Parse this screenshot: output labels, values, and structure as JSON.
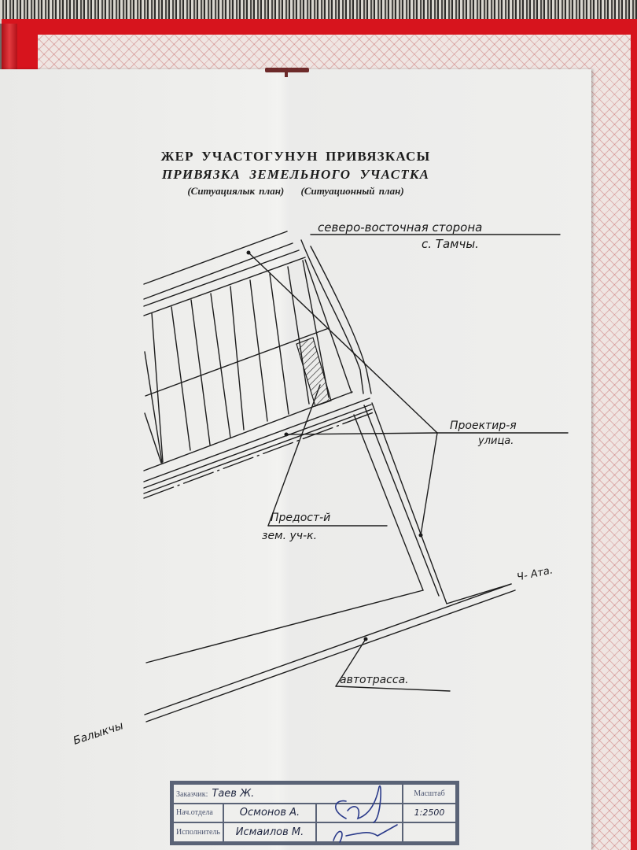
{
  "document": {
    "title_ky": "ЖЕР УЧАСТОГУНУН ПРИВЯЗКАСЫ",
    "title_ru": "ПРИВЯЗКА ЗЕМЕЛЬНОГО УЧАСТКА",
    "subtitle_ky": "(Ситуациялык план)",
    "subtitle_ru": "(Ситуационный план)"
  },
  "plan_labels": {
    "location_line1": "северо-восточная сторона",
    "location_line2": "с. Тамчы.",
    "projected_street_line1": "Проектир-я",
    "projected_street_line2": "улица.",
    "plot_line1": "Предост-й",
    "plot_line2": "зем. уч-к.",
    "destination_east": "Ч- Ата.",
    "highway": "автотрасса.",
    "destination_west": "Балыкчы"
  },
  "stamp": {
    "customer_label": "Заказчик:",
    "customer_value": "Таев Ж.",
    "dept_head_label": "Нач.отдела",
    "dept_head_value": "Осмонов А.",
    "executor_label": "Исполнитель",
    "executor_value": "Исмаилов М.",
    "scale_label": "Масштаб",
    "scale_value": "1:2500"
  },
  "colors": {
    "folder_red": "#d7141d",
    "paper": "#efefed",
    "ink": "#1a1a1a",
    "stamp_ink": "#5a6376",
    "signature_ink": "#2a3a8a"
  }
}
